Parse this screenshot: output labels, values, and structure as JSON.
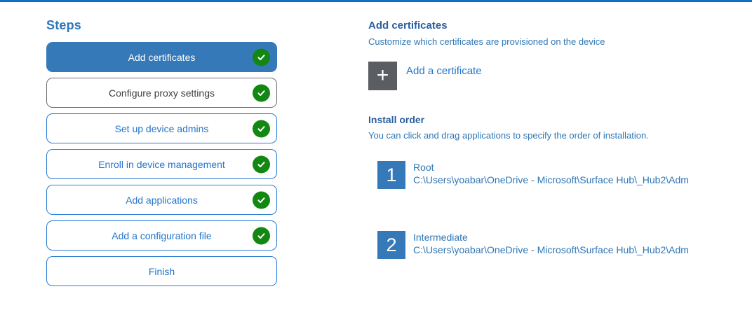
{
  "colors": {
    "top_bar_blue": "#1070c0",
    "accent_blue": "#3579b8",
    "step_border_blue": "#2b7cd3",
    "step_text_blue": "#2374cc",
    "visited_border_gray": "#6e6e6e",
    "success_green": "#128712",
    "tile_gray": "#5a5e63",
    "heading_blue": "#2a5f9e",
    "body_blue": "#2e76b5"
  },
  "sidebar": {
    "title": "Steps",
    "steps": [
      {
        "label": "Add certificates",
        "state": "selected",
        "checked": true
      },
      {
        "label": "Configure proxy settings",
        "state": "visited",
        "checked": true
      },
      {
        "label": "Set up device admins",
        "state": "normal",
        "checked": true
      },
      {
        "label": "Enroll in device management",
        "state": "normal",
        "checked": true
      },
      {
        "label": "Add applications",
        "state": "normal",
        "checked": true
      },
      {
        "label": "Add a configuration file",
        "state": "normal",
        "checked": true
      },
      {
        "label": "Finish",
        "state": "normal",
        "checked": false
      }
    ]
  },
  "main": {
    "section_title": "Add certificates",
    "section_subtitle": "Customize which certificates are provisioned on the device",
    "add_button": {
      "label": "Add a certificate",
      "icon": "plus-icon"
    },
    "install_order": {
      "title": "Install order",
      "subtitle": "You can click and drag applications to specify the order of installation.",
      "items": [
        {
          "number": "1",
          "name": "Root",
          "path": "C:\\Users\\yoabar\\OneDrive - Microsoft\\Surface Hub\\_Hub2\\Adm"
        },
        {
          "number": "2",
          "name": "Intermediate",
          "path": "C:\\Users\\yoabar\\OneDrive - Microsoft\\Surface Hub\\_Hub2\\Adm"
        }
      ]
    }
  }
}
